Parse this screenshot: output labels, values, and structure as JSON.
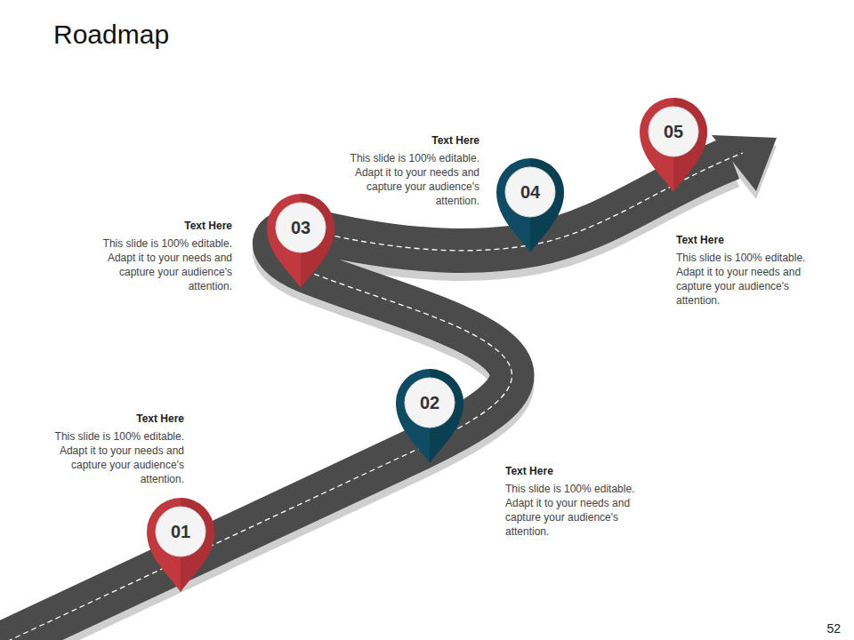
{
  "diagram": {
    "title": "Roadmap",
    "nodes": [
      {
        "text": [
          "01"
        ]
      },
      {
        "text": [
          "02"
        ]
      },
      {
        "text": [
          "03"
        ]
      },
      {
        "text": [
          "04"
        ]
      },
      {
        "text": [
          "05"
        ]
      }
    ],
    "labels": [
      "Text Here",
      "This slide is 100% editable. Adapt it to your needs and capture your audience's attention.",
      "Text Here",
      "This slide is 100% editable. Adapt it to your needs and capture your audience's attention.",
      "Text Here",
      "This slide is 100% editable. Adapt it to your needs and capture your audience's attention.",
      "Text Here",
      "This slide is 100% editable. Adapt it to your needs and capture your audience's attention.",
      "Text Here",
      "This slide is 100% editable. Adapt it to your needs and capture your audience's attention.",
      "52"
    ]
  }
}
